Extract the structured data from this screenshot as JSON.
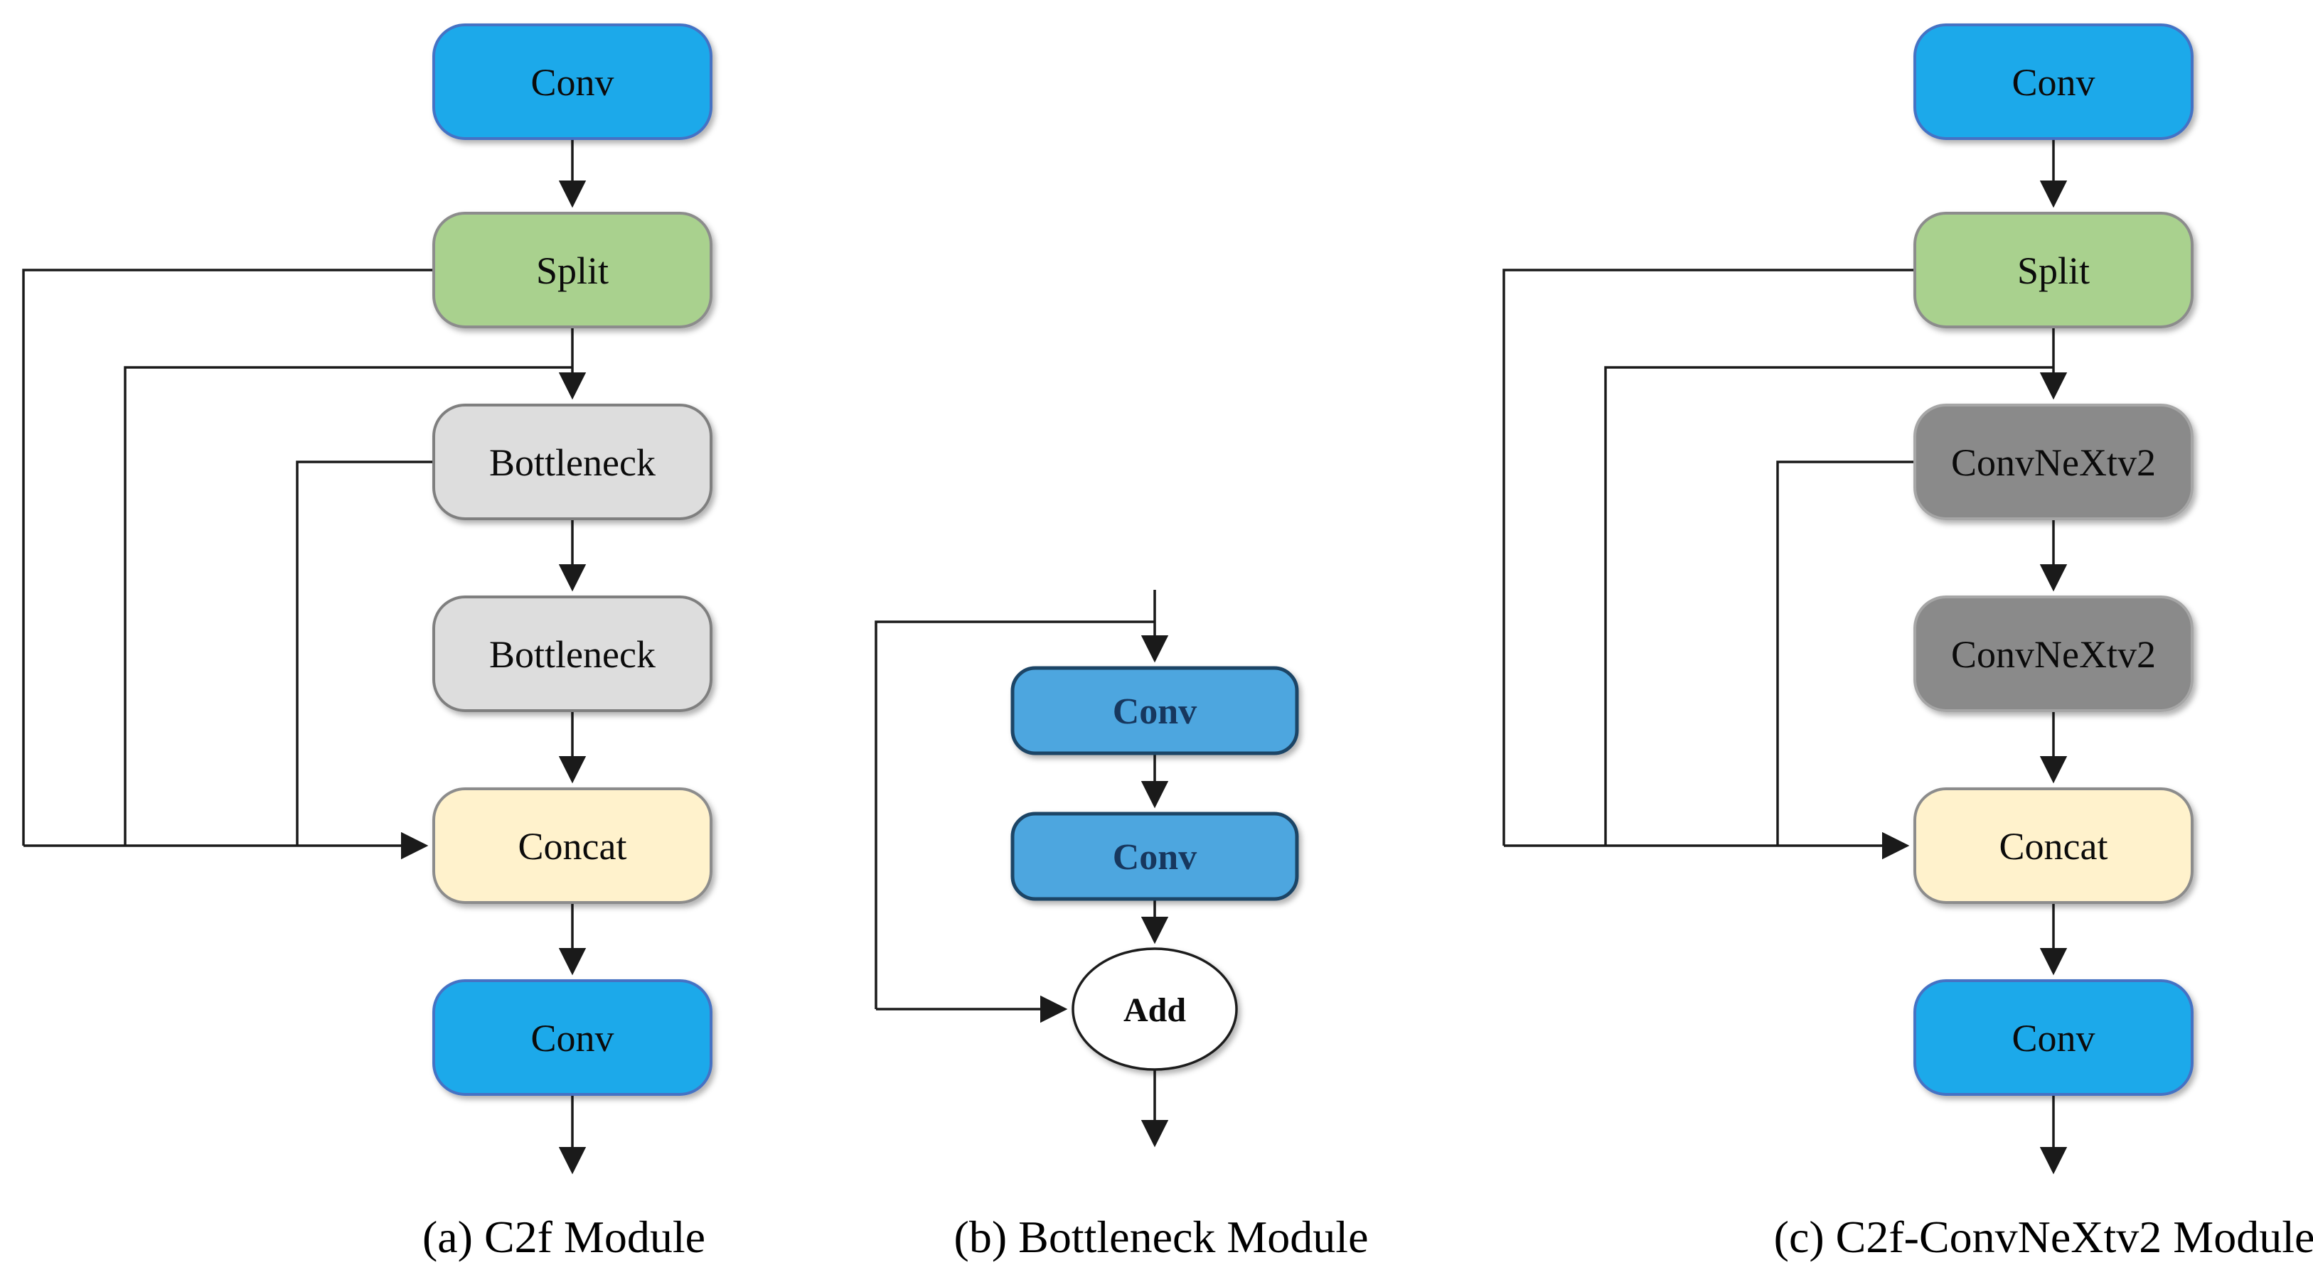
{
  "figure": {
    "background": "#ffffff",
    "line_color": "#1a1a1a",
    "panels": [
      {
        "id": "a",
        "caption": "(a) C2f Module",
        "nodes": [
          {
            "label": "Conv",
            "type": "conv"
          },
          {
            "label": "Split",
            "type": "split"
          },
          {
            "label": "Bottleneck",
            "type": "bottleneck"
          },
          {
            "label": "Bottleneck",
            "type": "bottleneck"
          },
          {
            "label": "Concat",
            "type": "concat"
          },
          {
            "label": "Conv",
            "type": "conv"
          }
        ]
      },
      {
        "id": "b",
        "caption": "(b) Bottleneck Module",
        "nodes": [
          {
            "label": "Conv",
            "type": "inner-conv"
          },
          {
            "label": "Conv",
            "type": "inner-conv"
          },
          {
            "label": "Add",
            "type": "add"
          }
        ]
      },
      {
        "id": "c",
        "caption": "(c) C2f-ConvNeXtv2 Module",
        "nodes": [
          {
            "label": "Conv",
            "type": "conv"
          },
          {
            "label": "Split",
            "type": "split"
          },
          {
            "label": "ConvNeXtv2",
            "type": "convnext"
          },
          {
            "label": "ConvNeXtv2",
            "type": "convnext"
          },
          {
            "label": "Concat",
            "type": "concat"
          },
          {
            "label": "Conv",
            "type": "conv"
          }
        ]
      }
    ],
    "colors": {
      "conv_fill": "#1FA9EA",
      "conv_border": "#4472C4",
      "split_fill": "#A9D18E",
      "split_border": "#8C8C8C",
      "bottleneck_fill": "#DDDDDD",
      "bottleneck_border": "#7F7F7F",
      "concat_fill": "#FFF2CC",
      "concat_border": "#8C8C8C",
      "convnext_fill": "#8A8A8A",
      "convnext_border": "#A6A6A6",
      "inner_conv_fill": "#4DA6DF",
      "inner_conv_border": "#1F4466",
      "inner_conv_text": "#17375E",
      "add_fill": "#FFFFFF",
      "line": "#1A1A1A"
    }
  }
}
